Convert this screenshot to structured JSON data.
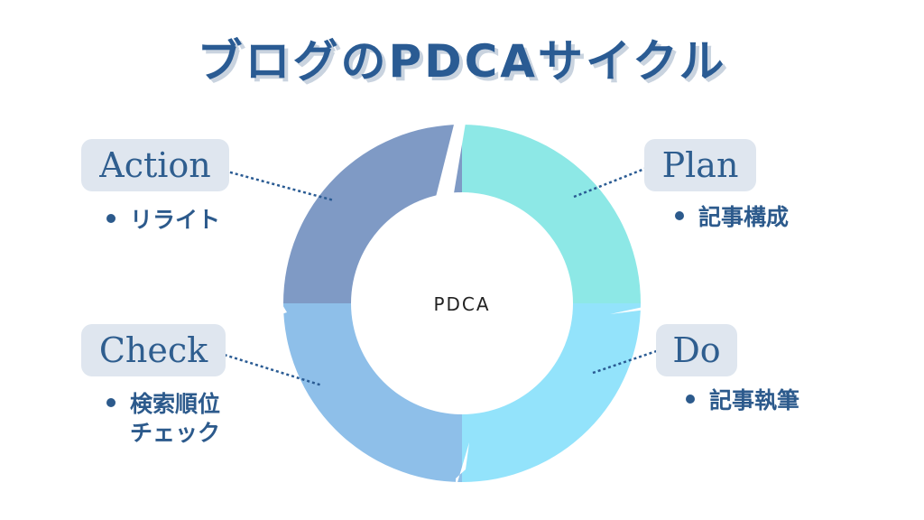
{
  "title": "ブログのPDCAサイクル",
  "center": "PDCA",
  "stages": {
    "plan": {
      "label": "Plan",
      "items": [
        "記事構成"
      ]
    },
    "do": {
      "label": "Do",
      "items": [
        "記事執筆"
      ]
    },
    "check": {
      "label": "Check",
      "items": [
        "検索順位",
        "チェック"
      ]
    },
    "action": {
      "label": "Action",
      "items": [
        "リライト"
      ]
    }
  },
  "colors": {
    "title": "#2a5b93",
    "plan_segment": "#8de8e6",
    "do_segment": "#93e3fb",
    "check_segment": "#8ebfe9",
    "action_segment": "#7f9ac5",
    "label_bg": "#dfe6ef",
    "connector": "#2a5b93"
  }
}
